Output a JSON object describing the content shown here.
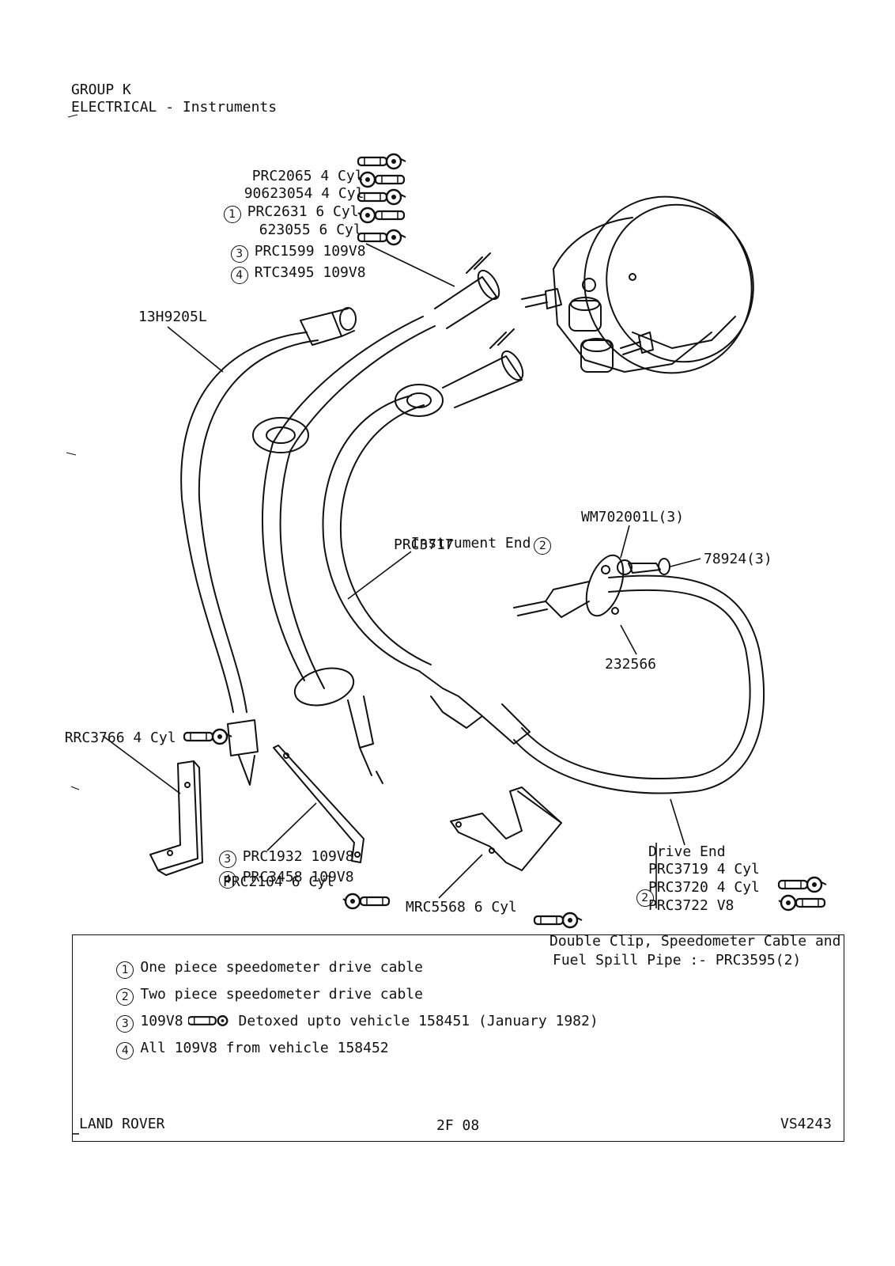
{
  "header": {
    "group": "GROUP K",
    "section": "ELECTRICAL - Instruments"
  },
  "top_callout": {
    "rows": [
      {
        "marker": "",
        "text": "PRC2065 4 Cyl"
      },
      {
        "marker": "",
        "text": "90623054 4 Cyl"
      },
      {
        "marker": "1",
        "text": "PRC2631 6 Cyl"
      },
      {
        "marker": "",
        "text": "623055 6 Cyl"
      },
      {
        "marker": "3",
        "text": "PRC1599 109V8"
      },
      {
        "marker": "4",
        "text": "RTC3495 109V8"
      }
    ]
  },
  "labels": {
    "cable_13h": "13H9205L",
    "instrument_end": "Instrument End",
    "instrument_end_marker": "2",
    "instrument_end_part": "PRC3717",
    "wm": "WM702001L(3)",
    "bolt": "78924(3)",
    "plate": "232566",
    "rrc": "RRC3766 4 Cyl",
    "bracket_3": "PRC1932 109V8",
    "bracket_4": "PRC3458 109V8",
    "bracket_6": "PRC2104 6 Cyl",
    "mrc": "MRC5568 6 Cyl"
  },
  "drive_end": {
    "marker": "2",
    "title": "Drive End",
    "rows": [
      "PRC3719 4 Cyl",
      "PRC3720 4 Cyl",
      "PRC3722 V8"
    ]
  },
  "legend": {
    "items": [
      {
        "marker": "1",
        "text": "One piece speedometer drive cable"
      },
      {
        "marker": "2",
        "text": "Two piece speedometer drive cable"
      },
      {
        "marker": "3",
        "text_before": "109V8",
        "text_after": "Detoxed upto vehicle 158451 (January 1982)"
      },
      {
        "marker": "4",
        "text": "All 109V8 from vehicle 158452"
      }
    ],
    "note_line1": "Double Clip, Speedometer Cable and",
    "note_line2": "Fuel Spill Pipe :- PRC3595(2)"
  },
  "footer": {
    "brand": "LAND ROVER",
    "page": "2F 08",
    "ref": "VS4243"
  }
}
